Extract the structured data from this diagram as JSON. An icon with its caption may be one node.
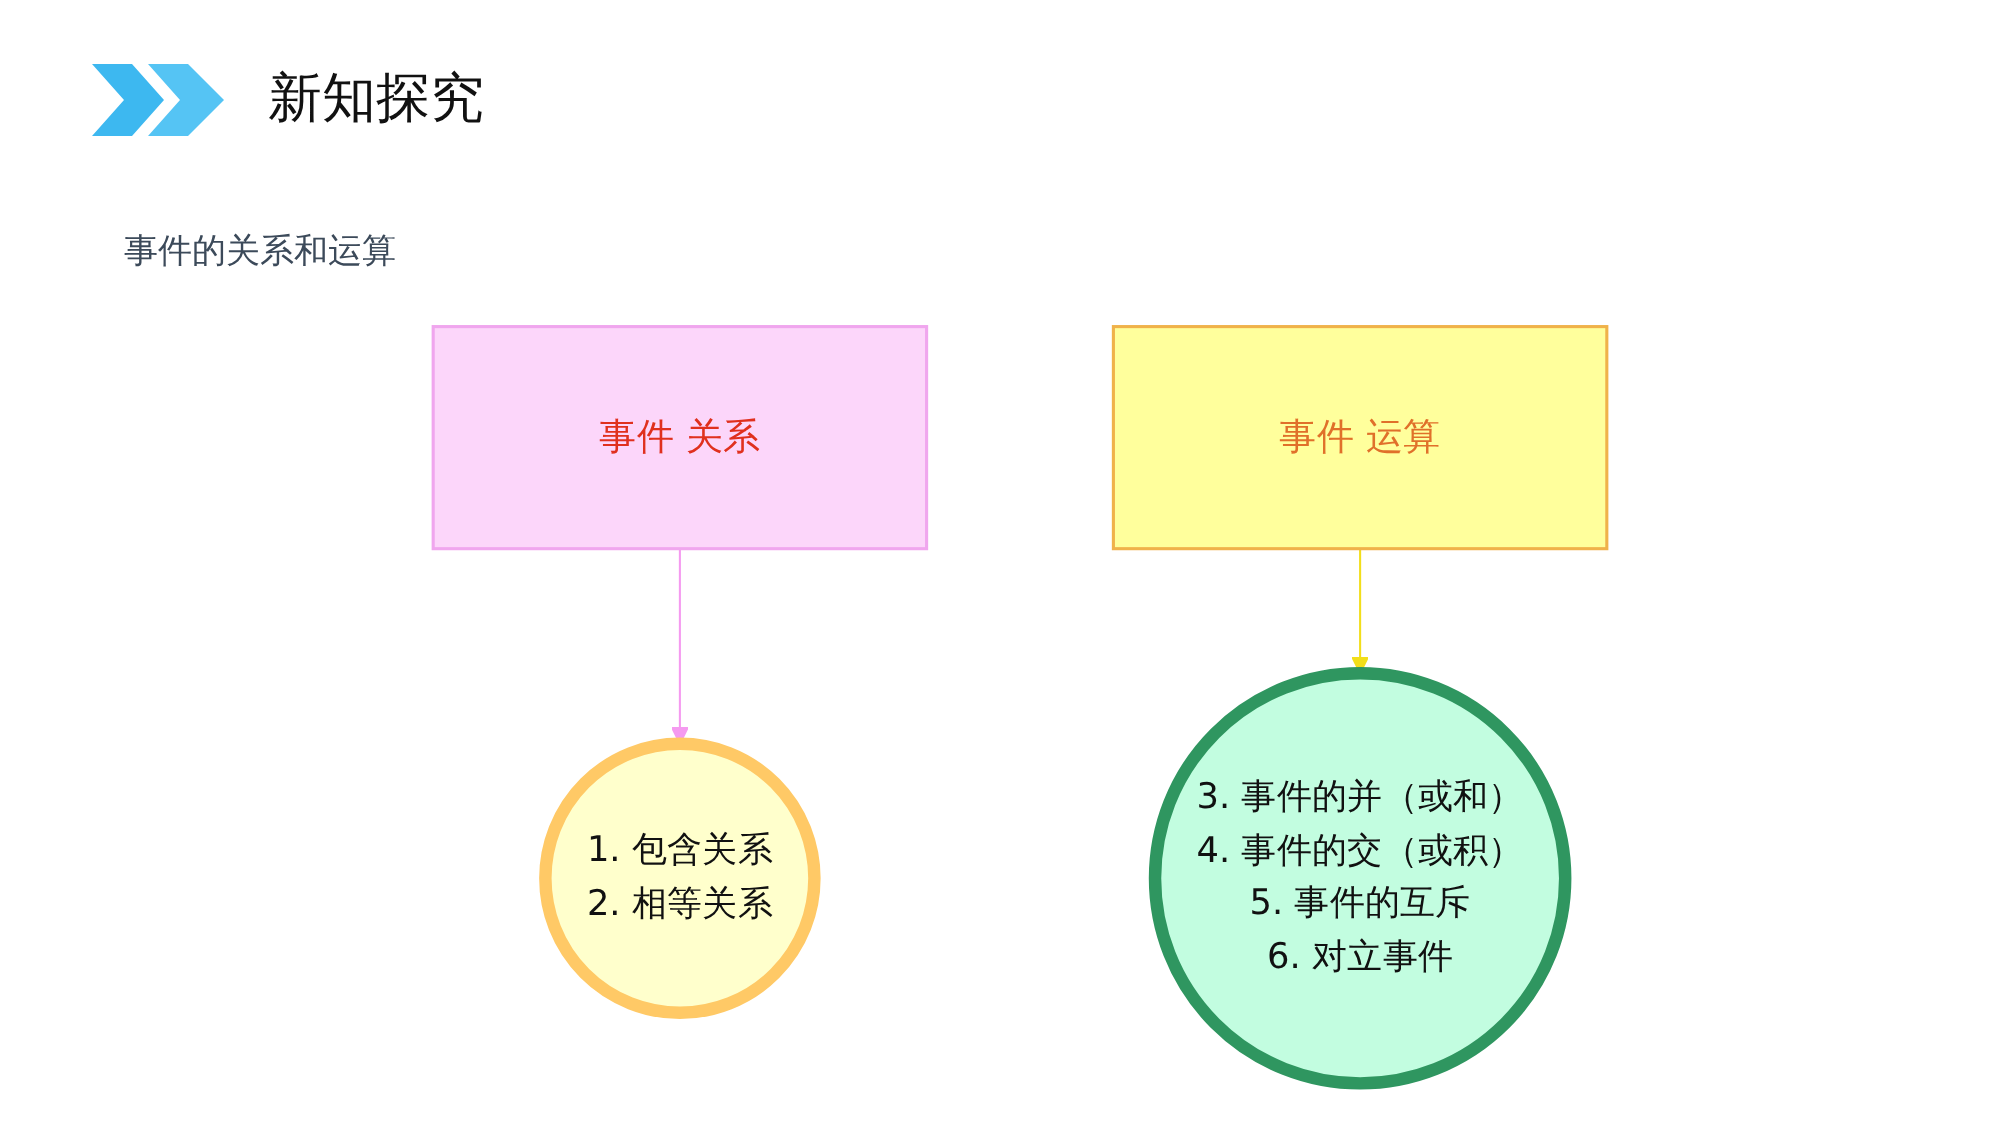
{
  "diagram": {
    "title": "新知探究",
    "nodes": [
      {
        "text": [
          "事件 关系"
        ]
      },
      {
        "text": [
          "事件 运算"
        ]
      },
      {
        "text": [
          "1. 包含关系",
          "2. 相等关系"
        ]
      },
      {
        "text": [
          "3. 事件的并（或和）",
          "4. 事件的交（或积）",
          "5. 事件的互斥",
          "6. 对立事件"
        ]
      }
    ],
    "edges": [
      {
        "from": 0,
        "to": 2,
        "arrow": "to",
        "color": "#f59af0"
      },
      {
        "from": 1,
        "to": 3,
        "arrow": "to",
        "color": "#f2de1a"
      }
    ],
    "labels": [
      "事件的关系和运算"
    ]
  }
}
